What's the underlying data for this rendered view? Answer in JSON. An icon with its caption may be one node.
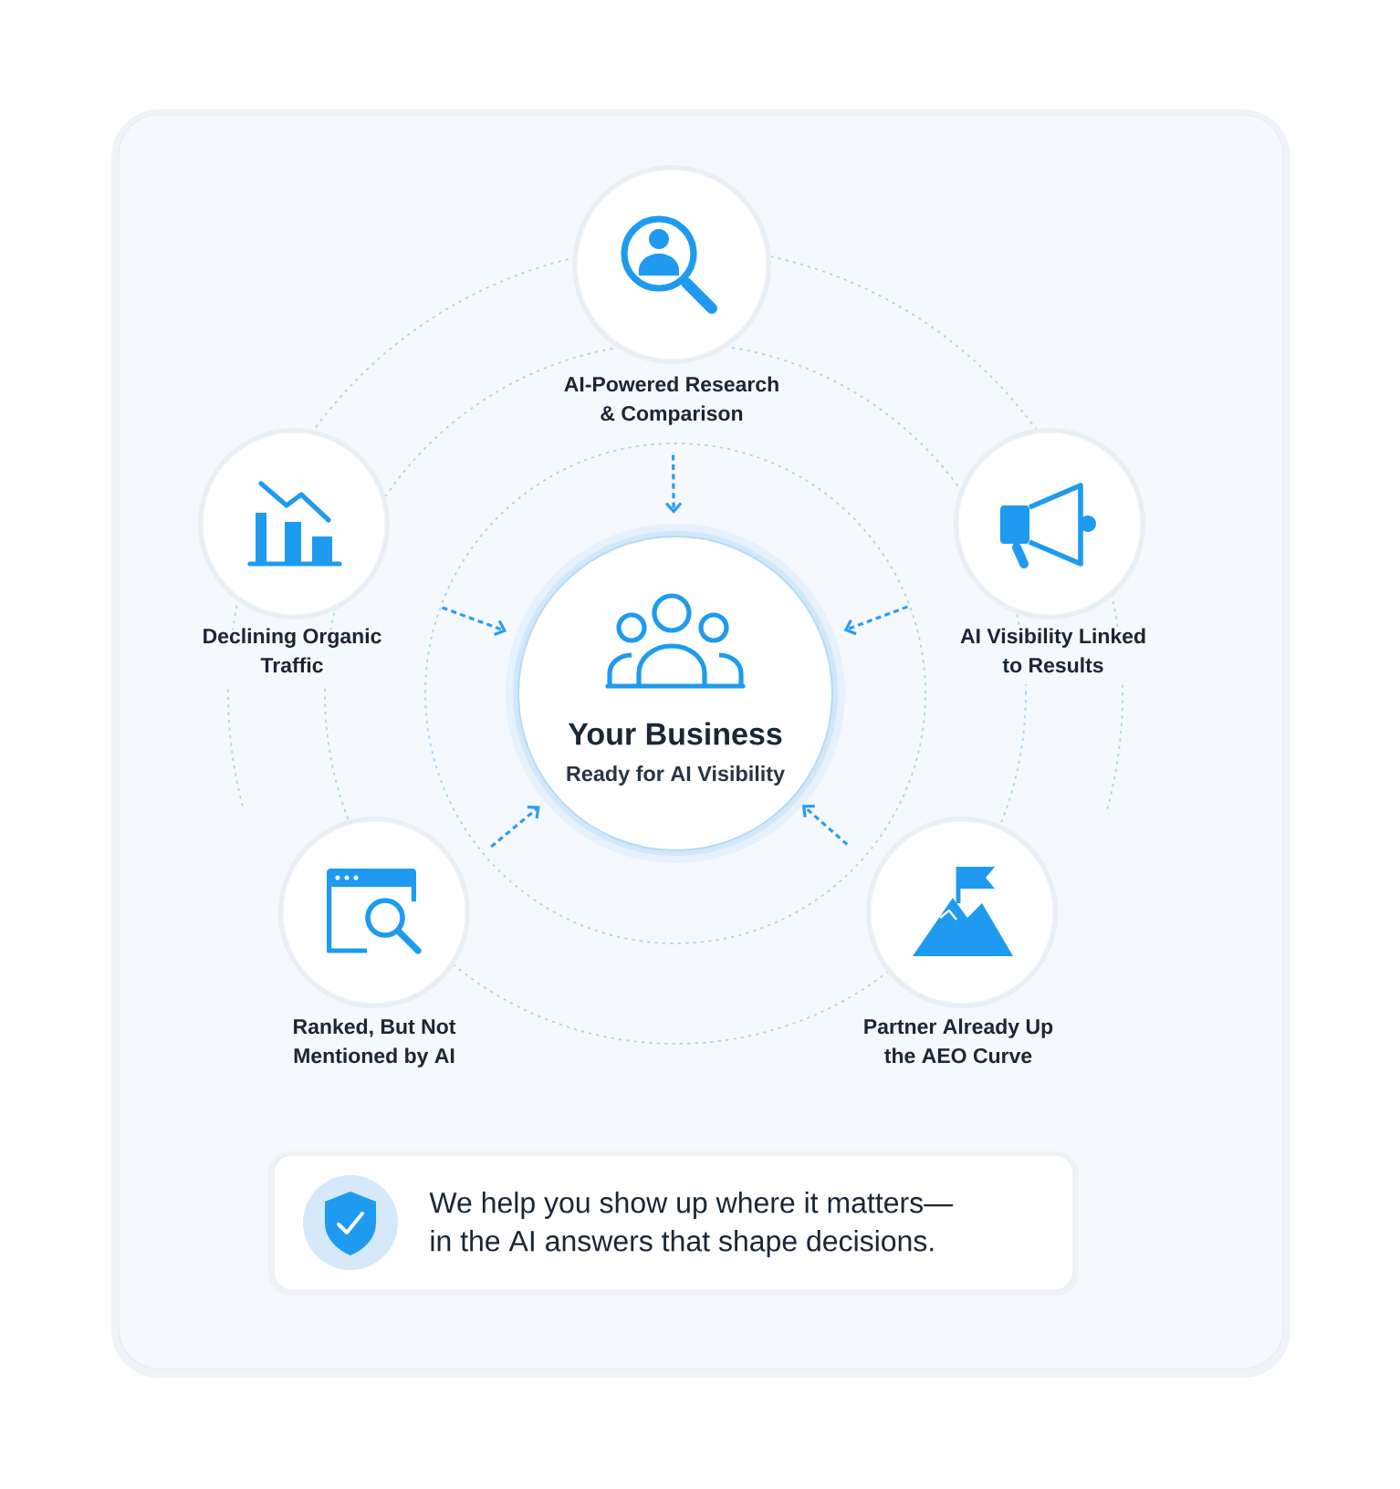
{
  "diagram": {
    "nodes": [
      {
        "text": [
          "AI-Powered Research & Comparison"
        ]
      },
      {
        "text": [
          "Declining Organic Traffic"
        ]
      },
      {
        "text": [
          "Your Business",
          "Ready for AI Visibility"
        ]
      },
      {
        "text": [
          "AI Visibility Linked to Results"
        ]
      },
      {
        "text": [
          "Ranked, But Not Mentioned by AI"
        ]
      },
      {
        "text": [
          "Partner Already Up the AEO Curve"
        ]
      },
      {
        "text": [
          "We help you show up where it matters— in the AI answers that shape decisions."
        ]
      }
    ],
    "edges": [
      {
        "from": 0,
        "to": 2,
        "arrow": "to",
        "style": "dashed"
      },
      {
        "from": 1,
        "to": 2,
        "arrow": "to",
        "style": "dashed"
      },
      {
        "from": 3,
        "to": 2,
        "arrow": "to",
        "style": "dashed"
      },
      {
        "from": 4,
        "to": 2,
        "arrow": "to",
        "style": "dashed"
      },
      {
        "from": 5,
        "to": 2,
        "arrow": "to",
        "style": "dashed"
      }
    ]
  }
}
